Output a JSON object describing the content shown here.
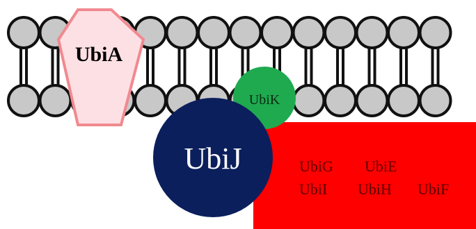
{
  "membrane": {
    "head_color": "#c8c8c8",
    "outline_color": "#111111"
  },
  "proteins": {
    "ubiA": {
      "label": "UbiA",
      "fill": "#fde0e4",
      "stroke": "#f08a90"
    },
    "ubiK": {
      "label": "UbiK",
      "fill": "#1faa50",
      "text_color": "#0a2a10"
    },
    "ubiJ": {
      "label": "UbiJ",
      "fill": "#0b1f5c",
      "text_color": "#ffffff"
    }
  },
  "complex": {
    "fill": "#ff0000",
    "text_color": "#5a0000",
    "rows": [
      [
        "UbiG",
        "UbiE"
      ],
      [
        "UbiI",
        "UbiH",
        "UbiF"
      ]
    ]
  }
}
